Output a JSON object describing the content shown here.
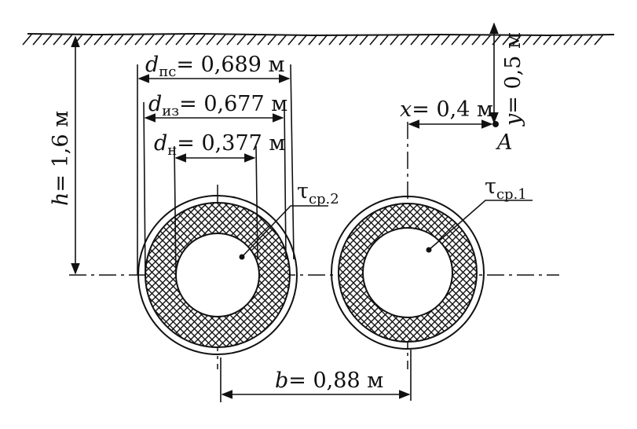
{
  "labels": {
    "d_ps": {
      "sym": "d",
      "sub": "пс",
      "rest": "= 0,689 м"
    },
    "d_iz": {
      "sym": "d",
      "sub": "из",
      "rest": "= 0,677 м"
    },
    "d_n": {
      "sym": "d",
      "sub": "н",
      "rest": "= 0,377 м"
    },
    "h": {
      "sym": "h",
      "rest": "= 1,6 м"
    },
    "x": {
      "sym": "x",
      "rest": "= 0,4 м"
    },
    "y": {
      "sym": "y",
      "rest": "= 0,5 м"
    },
    "point": "A",
    "tau2": {
      "sym": "τ",
      "sub": "ср.2"
    },
    "tau1": {
      "sym": "τ",
      "sub": "ср.1"
    },
    "b": {
      "sym": "b",
      "rest": "= 0,88 м"
    }
  },
  "colors": {
    "ink": "#111111",
    "background": "#ffffff"
  }
}
